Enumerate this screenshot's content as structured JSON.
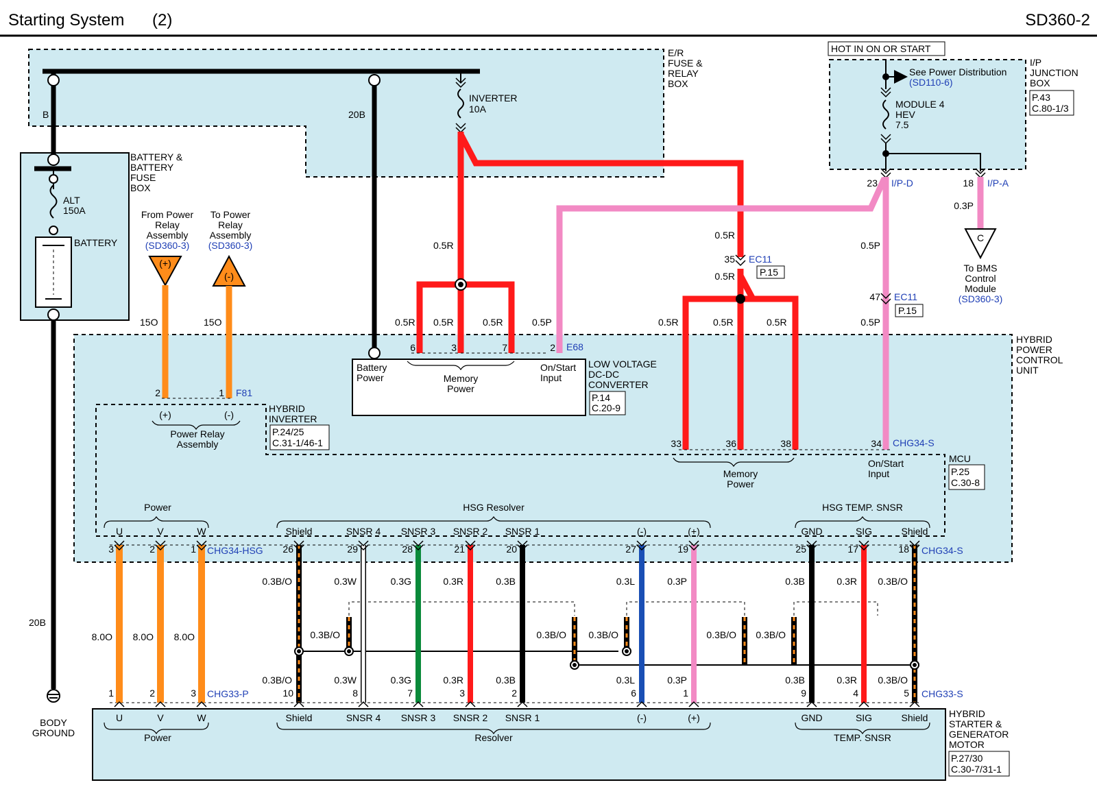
{
  "header": {
    "title": "Starting System",
    "title_num": "(2)",
    "code": "SD360-2"
  },
  "colors": {
    "red": "#ff1a1a",
    "pink": "#f28ac4",
    "orange": "#ff8c1a",
    "green": "#0a8a3a",
    "blue": "#1a4fb5",
    "black": "#000000",
    "white": "#ffffff",
    "box": "#cfeaf1",
    "ref_blue": "#1f3fb5"
  },
  "er_box": {
    "name": [
      "E/R",
      "FUSE &",
      "RELAY",
      "BOX"
    ],
    "wire_b": "B",
    "wire_20b": "20B",
    "fuse": [
      "INVERTER",
      "10A"
    ]
  },
  "battery": {
    "box": [
      "BATTERY &",
      "BATTERY",
      "FUSE",
      "BOX"
    ],
    "alt": [
      "ALT",
      "150A"
    ],
    "label": "BATTERY"
  },
  "hot_label": "HOT IN ON OR START",
  "ip_box": {
    "name": [
      "I/P",
      "JUNCTION",
      "BOX"
    ],
    "ref": [
      "P.43",
      "C.80-1/3"
    ],
    "power_ref": "See Power Distribution",
    "power_ref_code": "(SD110-6)",
    "fuse": [
      "MODULE 4",
      "HEV",
      "7.5"
    ],
    "pin_d": "23",
    "conn_d": "I/P-D",
    "pin_a": "18",
    "conn_a": "I/P-A"
  },
  "bms": {
    "wire": "0.3P",
    "symbol": "C",
    "label": [
      "To BMS",
      "Control",
      "Module"
    ],
    "ref": "(SD360-3)"
  },
  "relay_links": {
    "from": [
      "From Power",
      "Relay",
      "Assembly"
    ],
    "from_ref": "(SD360-3)",
    "from_sym": "(+)",
    "to": [
      "To Power",
      "Relay",
      "Assembly"
    ],
    "to_ref": "(SD360-3)",
    "to_sym": "(-)",
    "wire": "15O"
  },
  "wires": {
    "inv_main": "0.5R",
    "ldc_r1": "0.5R",
    "ldc_r2": "0.5R",
    "ldc_r3": "0.5R",
    "ldc_p": "0.5P",
    "ec11_in": "0.5R",
    "ec11_out": "0.5R",
    "mcu_r1": "0.5R",
    "mcu_r2": "0.5R",
    "mcu_r3": "0.5R",
    "p_upper": "0.5P",
    "p_lower": "0.5P",
    "ground": "20B"
  },
  "ec11_a": {
    "pin": "35",
    "conn": "EC11",
    "ref": "P.15"
  },
  "ec11_b": {
    "pin": "47",
    "conn": "EC11",
    "ref": "P.15"
  },
  "hpcu": {
    "name": [
      "HYBRID",
      "POWER",
      "CONTROL",
      "UNIT"
    ]
  },
  "ldc": {
    "name": [
      "LOW VOLTAGE",
      "DC-DC",
      "CONVERTER"
    ],
    "ref": [
      "P.14",
      "C.20-9"
    ],
    "conn": "E68",
    "pins": [
      "6",
      "3",
      "7",
      "2"
    ],
    "battery_power": [
      "Battery",
      "Power"
    ],
    "memory_power": [
      "Memory",
      "Power"
    ],
    "on_start": [
      "On/Start",
      "Input"
    ]
  },
  "inverter": {
    "name": [
      "HYBRID",
      "INVERTER"
    ],
    "ref": [
      "P.24/25",
      "C.31-1/46-1"
    ],
    "pin_plus": "2",
    "pin_minus": "1",
    "conn": "F81",
    "plus": "(+)",
    "minus": "(-)",
    "relay": [
      "Power Relay",
      "Assembly"
    ],
    "power_group": "Power"
  },
  "mcu": {
    "name": "MCU",
    "ref": [
      "P.25",
      "C.30-8"
    ],
    "pins": [
      "33",
      "36",
      "38",
      "34"
    ],
    "conn": "CHG34-S",
    "memory_power": [
      "Memory",
      "Power"
    ],
    "on_start": [
      "On/Start",
      "Input"
    ]
  },
  "hsg": {
    "power_group": "Power",
    "resolver_group": "HSG Resolver",
    "temp_group": "HSG TEMP. SNSR",
    "conn_power": "CHG34-HSG",
    "conn_sig": "CHG34-S"
  },
  "harness": [
    {
      "color": "orange",
      "top_pin": "3",
      "bot_pin": "1",
      "top_label": "U",
      "bot_label": "U",
      "wire_top": "8.0O",
      "wire_bot": ""
    },
    {
      "color": "orange",
      "top_pin": "2",
      "bot_pin": "2",
      "top_label": "V",
      "bot_label": "V",
      "wire_top": "8.0O",
      "wire_bot": ""
    },
    {
      "color": "orange",
      "top_pin": "1",
      "bot_pin": "3",
      "top_label": "W",
      "bot_label": "W",
      "wire_top": "8.0O",
      "wire_bot": ""
    },
    {
      "color": "shield",
      "top_pin": "26",
      "bot_pin": "10",
      "top_label": "Shield",
      "bot_label": "Shield",
      "wire_top": "0.3B/O",
      "wire_bot": "0.3B/O"
    },
    {
      "color": "white",
      "top_pin": "29",
      "bot_pin": "8",
      "top_label": "SNSR 4",
      "bot_label": "SNSR 4",
      "wire_top": "0.3W",
      "wire_bot": "0.3W"
    },
    {
      "color": "green",
      "top_pin": "28",
      "bot_pin": "7",
      "top_label": "SNSR 3",
      "bot_label": "SNSR 3",
      "wire_top": "0.3G",
      "wire_bot": "0.3G"
    },
    {
      "color": "red",
      "top_pin": "21",
      "bot_pin": "3",
      "top_label": "SNSR 2",
      "bot_label": "SNSR 2",
      "wire_top": "0.3R",
      "wire_bot": "0.3R"
    },
    {
      "color": "black",
      "top_pin": "20",
      "bot_pin": "2",
      "top_label": "SNSR 1",
      "bot_label": "SNSR 1",
      "wire_top": "0.3B",
      "wire_bot": "0.3B"
    },
    {
      "color": "blue",
      "top_pin": "27",
      "bot_pin": "6",
      "top_label": "(-)",
      "bot_label": "(-)",
      "wire_top": "0.3L",
      "wire_bot": "0.3L"
    },
    {
      "color": "pink",
      "top_pin": "19",
      "bot_pin": "1",
      "top_label": "(+)",
      "bot_label": "(+)",
      "wire_top": "0.3P",
      "wire_bot": "0.3P"
    },
    {
      "color": "black",
      "top_pin": "25",
      "bot_pin": "9",
      "top_label": "GND",
      "bot_label": "GND",
      "wire_top": "0.3B",
      "wire_bot": "0.3B"
    },
    {
      "color": "red",
      "top_pin": "17",
      "bot_pin": "4",
      "top_label": "SIG",
      "bot_label": "SIG",
      "wire_top": "0.3R",
      "wire_bot": "0.3R"
    },
    {
      "color": "shield",
      "top_pin": "18",
      "bot_pin": "5",
      "top_label": "Shield",
      "bot_label": "Shield",
      "wire_top": "0.3B/O",
      "wire_bot": "0.3B/O"
    }
  ],
  "shield_drains": [
    "0.3B/O",
    "0.3B/O",
    "0.3B/O",
    "0.3B/O",
    "0.3B/O"
  ],
  "hsgm": {
    "name": [
      "HYBRID",
      "STARTER &",
      "GENERATOR",
      "MOTOR"
    ],
    "ref": [
      "P.27/30",
      "C.30-7/31-1"
    ],
    "conn_power": "CHG33-P",
    "conn_sig": "CHG33-S",
    "power_group": "Power",
    "resolver_group": "Resolver",
    "temp_group": "TEMP. SNSR"
  },
  "ground": {
    "label": [
      "BODY",
      "GROUND"
    ]
  }
}
